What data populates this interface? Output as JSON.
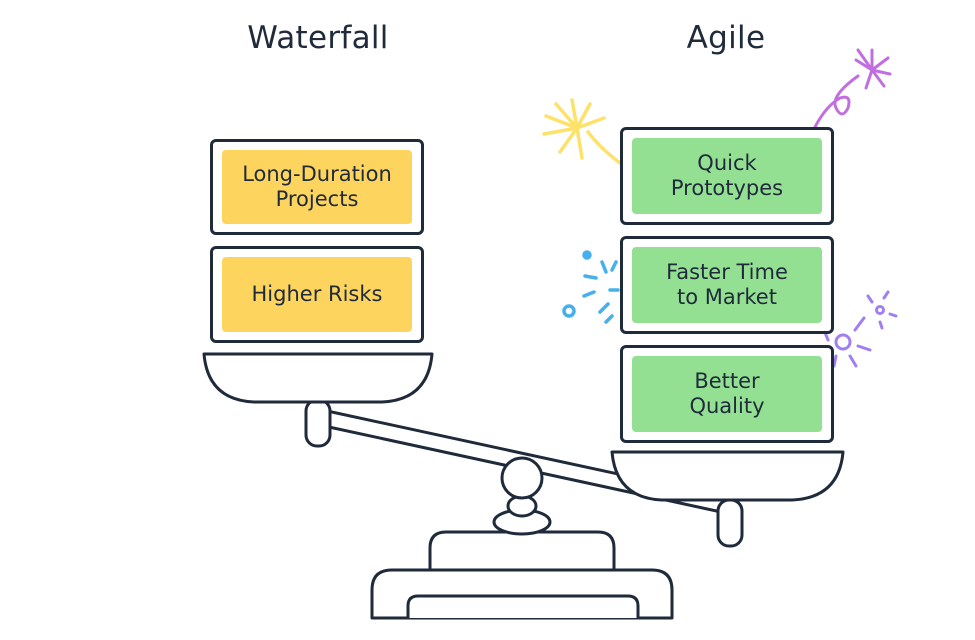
{
  "columns": {
    "left": {
      "title": "Waterfall",
      "color": "#fdd55e",
      "items": [
        {
          "label": "Long-Duration\nProjects"
        },
        {
          "label": "Higher Risks"
        }
      ]
    },
    "right": {
      "title": "Agile",
      "color": "#94e093",
      "items": [
        {
          "label": "Quick\nPrototypes"
        },
        {
          "label": "Faster Time\nto Market"
        },
        {
          "label": "Better\nQuality"
        }
      ]
    }
  },
  "colors": {
    "outline": "#1f2a3a",
    "spark_yellow": "#fde26a",
    "spark_purple": "#c06ee0",
    "spark_blue": "#45b0ec",
    "spark_violet": "#a07ff0"
  }
}
